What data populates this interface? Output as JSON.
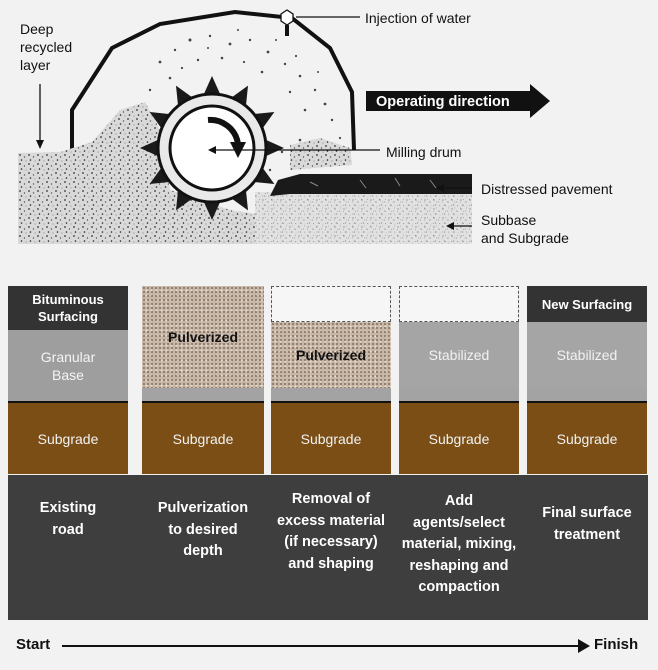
{
  "top_labels": {
    "deep_recycled_layer": [
      "Deep",
      "recycled",
      "layer"
    ],
    "injection_of_water": "Injection of water",
    "operating_direction": "Operating direction",
    "milling_drum": "Milling drum",
    "distressed_pavement": "Distressed pavement",
    "subbase_and_subgrade": [
      "Subbase",
      "and Subgrade"
    ]
  },
  "stages": [
    {
      "top": [
        "Bituminous",
        "Surfacing"
      ],
      "middle": [
        "Granular",
        "Base"
      ],
      "base": "Subgrade",
      "caption": [
        "Existing",
        "road"
      ]
    },
    {
      "middle": "Pulverized",
      "base": "Subgrade",
      "caption": [
        "Pulverization",
        "to desired",
        "depth"
      ]
    },
    {
      "middle": "Pulverized",
      "base": "Subgrade",
      "caption": [
        "Removal of",
        "excess material",
        "(if necessary)",
        "and shaping"
      ]
    },
    {
      "middle": "Stabilized",
      "base": "Subgrade",
      "caption": [
        "Add",
        "agents/select",
        "material, mixing,",
        "reshaping  and",
        "compaction"
      ]
    },
    {
      "top": "New Surfacing",
      "middle": "Stabilized",
      "base": "Subgrade",
      "caption": [
        "Final surface",
        "treatment"
      ]
    }
  ],
  "timeline": {
    "start": "Start",
    "finish": "Finish"
  },
  "colors": {
    "subgrade": "#7a4e14",
    "dark": "#333333",
    "granular": "#9e9e9e",
    "pulverized": "#c8b7a6"
  }
}
